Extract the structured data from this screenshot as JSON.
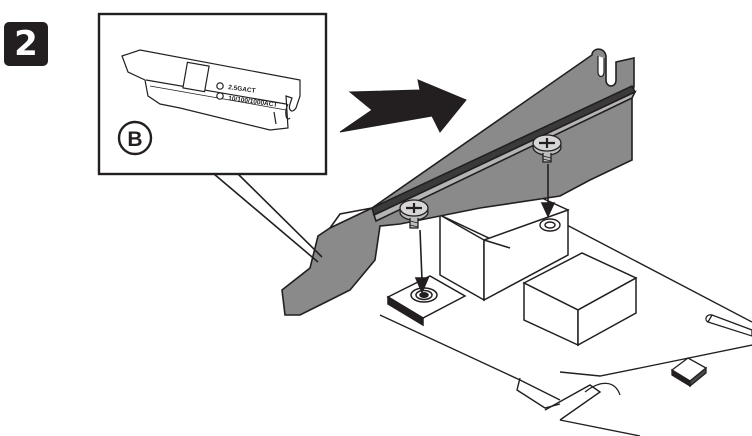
{
  "step": {
    "number": "2"
  },
  "callout": {
    "letter": "B",
    "led_labels": [
      "2.5GACT",
      "10/100/1000ACT"
    ]
  },
  "colors": {
    "ink": "#231f20",
    "bracket_fill": "#8a8a8a",
    "paper": "#ffffff"
  },
  "icons": {
    "direction": "arrow-right-icon",
    "screws": [
      "screw-icon",
      "screw-icon"
    ]
  }
}
